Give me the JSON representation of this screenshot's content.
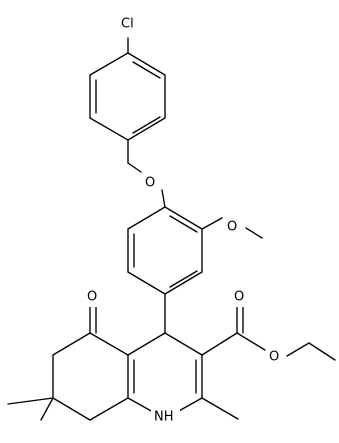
{
  "structure": {
    "atoms": {
      "chlorine": "Cl",
      "ether_oxygen": "O",
      "methoxy_oxygen": "O",
      "ketone_oxygen": "O",
      "ester_carbonyl_oxygen": "O",
      "ester_alkoxy_oxygen": "O",
      "ring_nitrogen": "NH"
    },
    "colors": {
      "bond": "#000000",
      "label": "#000000",
      "background": "#ffffff"
    }
  }
}
